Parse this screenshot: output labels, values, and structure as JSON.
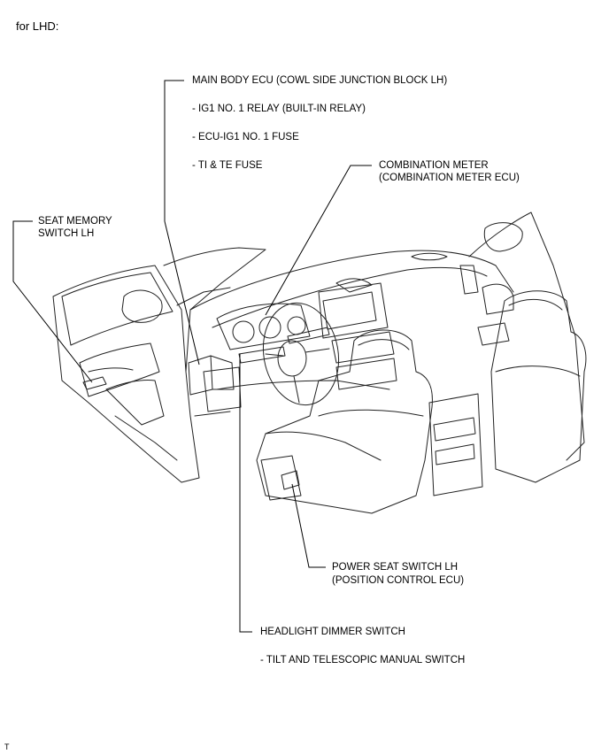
{
  "header": {
    "variant": "for LHD:"
  },
  "callouts": {
    "main_body_ecu": {
      "title": "MAIN BODY ECU (COWL SIDE JUNCTION BLOCK LH)",
      "items": [
        "- IG1 NO. 1 RELAY (BUILT-IN RELAY)",
        "- ECU-IG1 NO. 1 FUSE",
        "- TI & TE FUSE"
      ]
    },
    "combination_meter": {
      "line1": "COMBINATION METER",
      "line2": "(COMBINATION METER ECU)"
    },
    "seat_memory_switch": {
      "line1": "SEAT MEMORY",
      "line2": "SWITCH LH"
    },
    "power_seat_switch": {
      "line1": "POWER SEAT SWITCH LH",
      "line2": "(POSITION CONTROL ECU)"
    },
    "headlight_dimmer": {
      "title": "HEADLIGHT DIMMER SWITCH",
      "items": [
        "- TILT AND TELESCOPIC MANUAL SWITCH"
      ]
    }
  },
  "footer": {
    "code": "T"
  }
}
